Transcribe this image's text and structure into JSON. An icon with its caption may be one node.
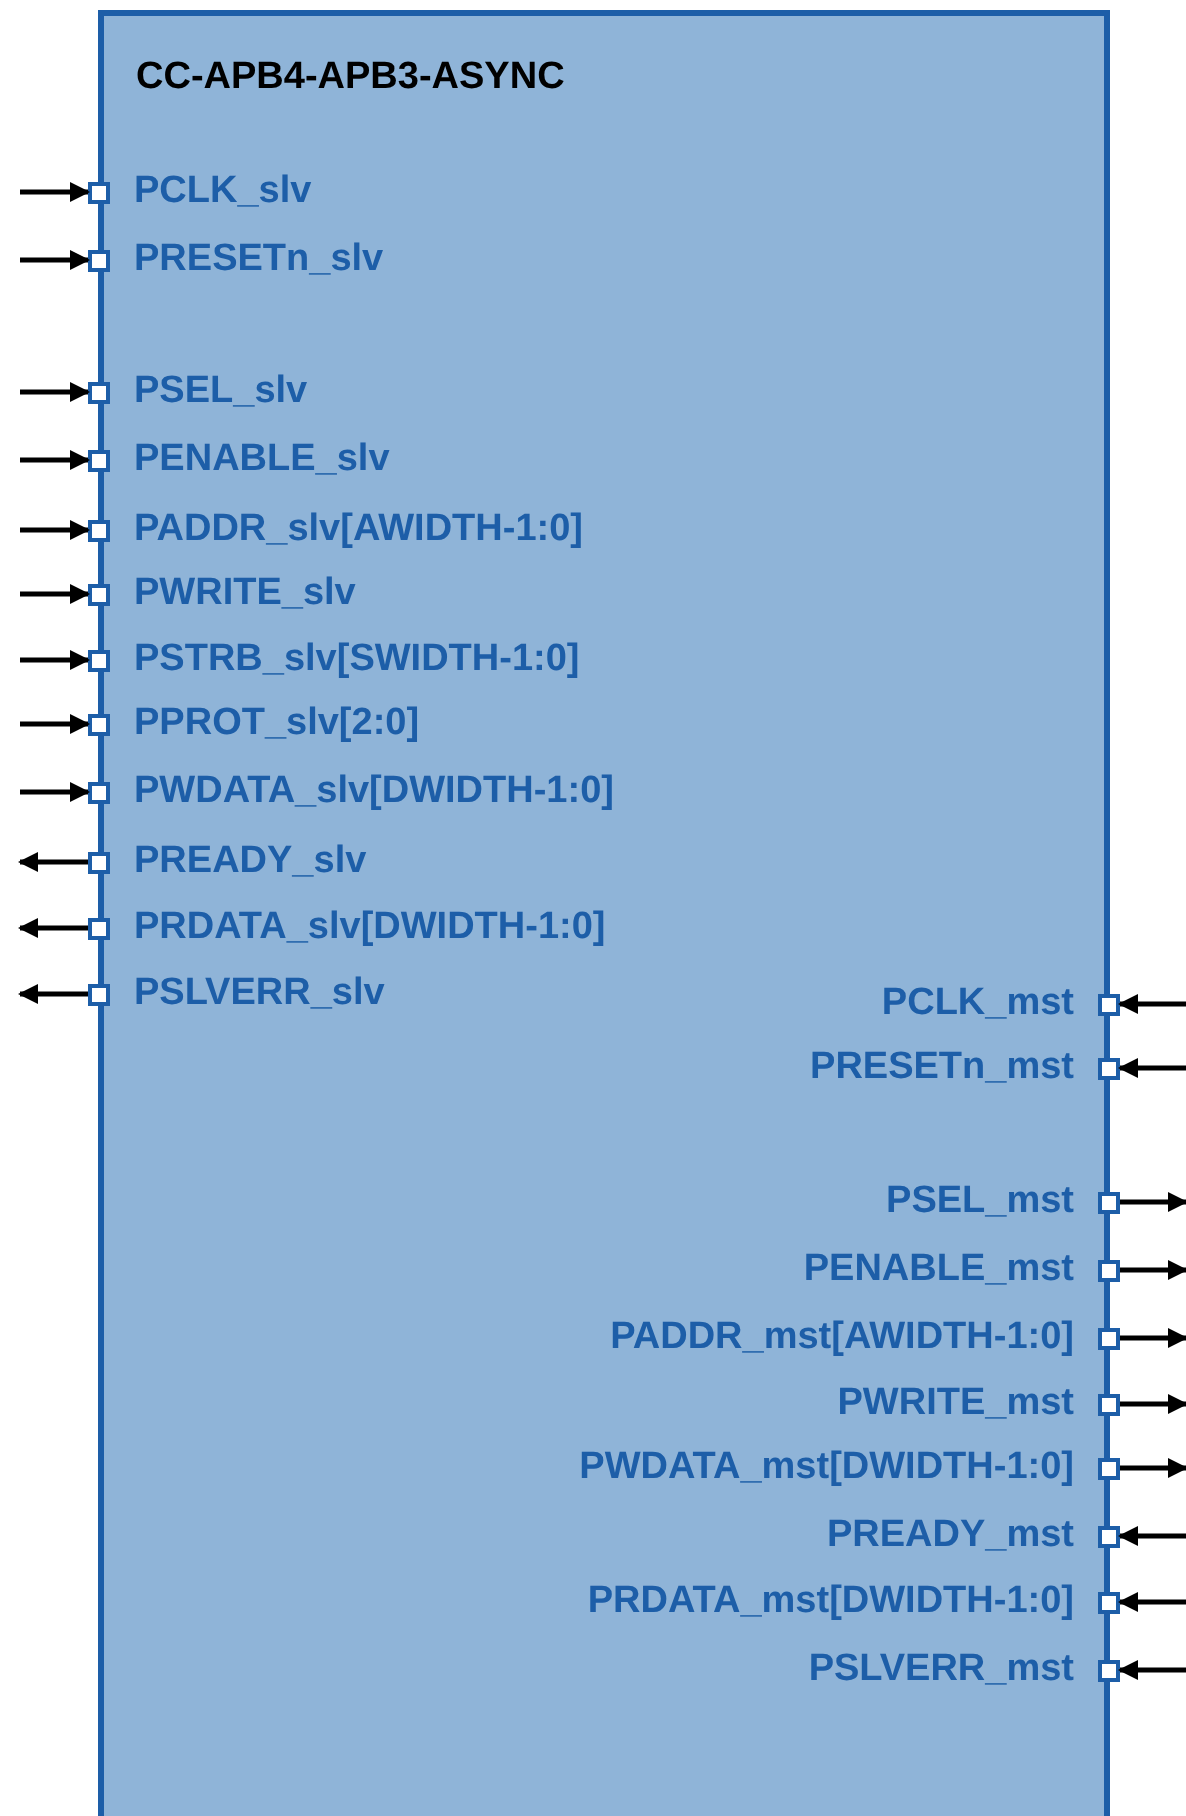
{
  "diagram": {
    "nodes": [
      {
        "text": [
          "CC-APB4-APB3-ASYNC"
        ]
      },
      {
        "text": [
          "PCLK_slv"
        ],
        "in": 0
      },
      {
        "text": [
          "PRESETn_slv"
        ],
        "in": 0
      },
      {
        "text": [
          "PSEL_slv"
        ],
        "in": 0
      },
      {
        "text": [
          "PENABLE_slv"
        ],
        "in": 0
      },
      {
        "text": [
          "PADDR_slv[AWIDTH-1:0]"
        ],
        "in": 0
      },
      {
        "text": [
          "PWRITE_slv"
        ],
        "in": 0
      },
      {
        "text": [
          "PSTRB_slv[SWIDTH-1:0]"
        ],
        "in": 0
      },
      {
        "text": [
          "PPROT_slv[2:0]"
        ],
        "in": 0
      },
      {
        "text": [
          "PWDATA_slv[DWIDTH-1:0]"
        ],
        "in": 0
      },
      {
        "text": [
          "PREADY_slv"
        ],
        "in": 0
      },
      {
        "text": [
          "PRDATA_slv[DWIDTH-1:0]"
        ],
        "in": 0
      },
      {
        "text": [
          "PSLVERR_slv"
        ],
        "in": 0
      },
      {
        "text": [
          "PCLK_mst"
        ],
        "in": 0
      },
      {
        "text": [
          "PRESETn_mst"
        ],
        "in": 0
      },
      {
        "text": [
          "PSEL_mst"
        ],
        "in": 0
      },
      {
        "text": [
          "PENABLE_mst"
        ],
        "in": 0
      },
      {
        "text": [
          "PADDR_mst[AWIDTH-1:0]"
        ],
        "in": 0
      },
      {
        "text": [
          "PWRITE_mst"
        ],
        "in": 0
      },
      {
        "text": [
          "PWDATA_mst[DWIDTH-1:0]"
        ],
        "in": 0
      },
      {
        "text": [
          "PREADY_mst"
        ],
        "in": 0
      },
      {
        "text": [
          "PRDATA_mst[DWIDTH-1:0]"
        ],
        "in": 0
      },
      {
        "text": [
          "PSLVERR_mst"
        ],
        "in": 0
      }
    ],
    "edges": [
      {
        "from": null,
        "to": 1,
        "arrow": "to"
      },
      {
        "from": null,
        "to": 2,
        "arrow": "to"
      },
      {
        "from": null,
        "to": 3,
        "arrow": "to"
      },
      {
        "from": null,
        "to": 4,
        "arrow": "to"
      },
      {
        "from": null,
        "to": 5,
        "arrow": "to"
      },
      {
        "from": null,
        "to": 6,
        "arrow": "to"
      },
      {
        "from": null,
        "to": 7,
        "arrow": "to"
      },
      {
        "from": null,
        "to": 8,
        "arrow": "to"
      },
      {
        "from": null,
        "to": 9,
        "arrow": "to"
      },
      {
        "from": 10,
        "to": null,
        "arrow": "to"
      },
      {
        "from": 11,
        "to": null,
        "arrow": "to"
      },
      {
        "from": 12,
        "to": null,
        "arrow": "to"
      },
      {
        "from": null,
        "to": 13,
        "arrow": "to"
      },
      {
        "from": null,
        "to": 14,
        "arrow": "to"
      },
      {
        "from": 15,
        "to": null,
        "arrow": "to"
      },
      {
        "from": 16,
        "to": null,
        "arrow": "to"
      },
      {
        "from": 17,
        "to": null,
        "arrow": "to"
      },
      {
        "from": 18,
        "to": null,
        "arrow": "to"
      },
      {
        "from": 19,
        "to": null,
        "arrow": "to"
      },
      {
        "from": null,
        "to": 20,
        "arrow": "to"
      },
      {
        "from": null,
        "to": 21,
        "arrow": "to"
      },
      {
        "from": null,
        "to": 22,
        "arrow": "to"
      }
    ]
  }
}
